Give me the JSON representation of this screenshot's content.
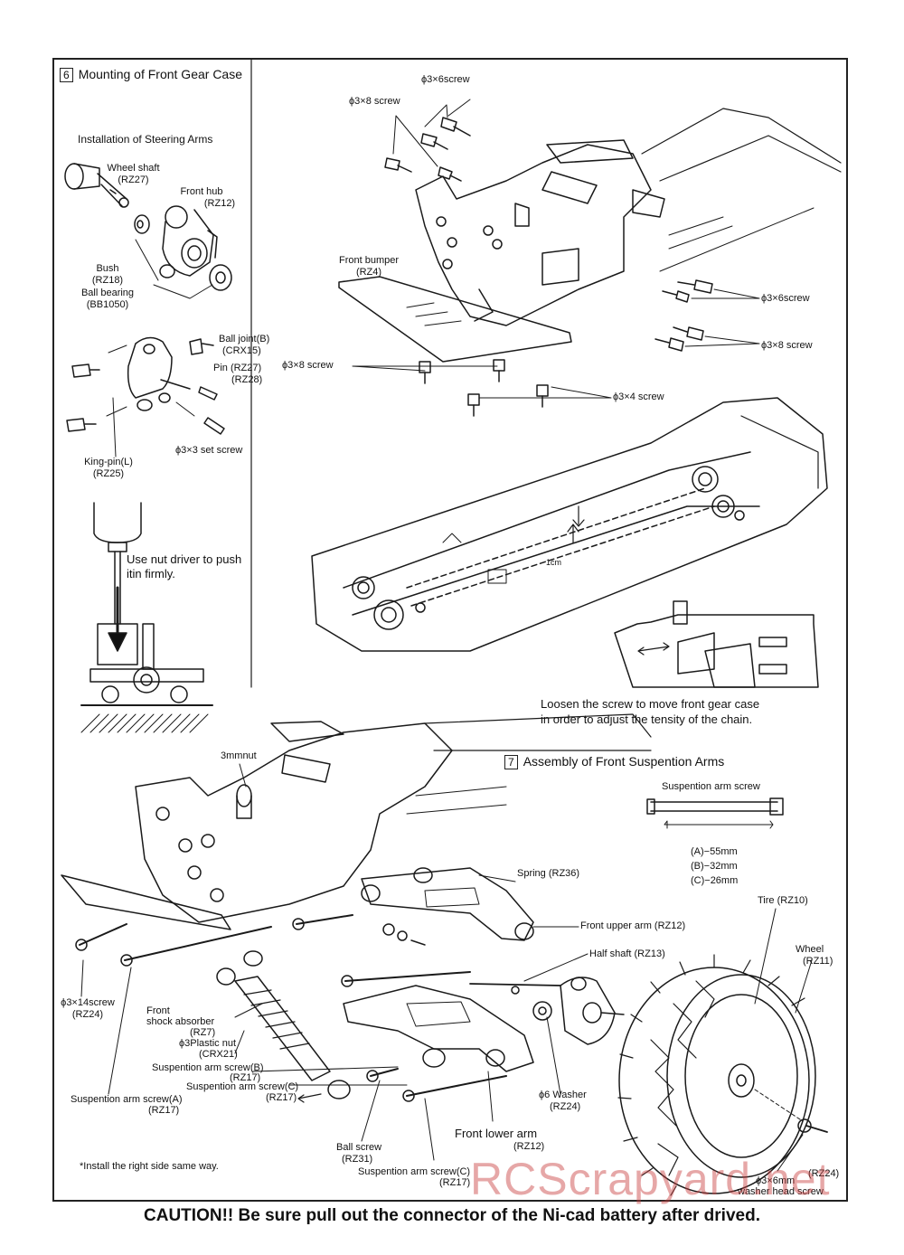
{
  "section6": {
    "number": "6",
    "title": "Mounting of Front Gear Case",
    "steering_title": "Installation of Steering Arms",
    "labels": {
      "wheel_shaft": "Wheel shaft",
      "wheel_shaft_code": "(RZ27)",
      "front_hub": "Front hub",
      "front_hub_code": "(RZ12)",
      "bush": "Bush",
      "bush_code": "(RZ18)",
      "ball_bearing": "Ball bearing",
      "ball_bearing_code": "(BB1050)",
      "ball_joint": "Ball joint(B)",
      "ball_joint_code": "(CRX15)",
      "pin": "Pin (RZ27)",
      "pin_code": "(RZ28)",
      "set_screw": "ϕ3×3 set screw",
      "king_pin": "King-pin(L)",
      "king_pin_code": "(RZ25)",
      "nut_driver_1": "Use nut driver to push",
      "nut_driver_2": "itin firmly.",
      "screw_3x6_top": "ϕ3×6screw",
      "screw_3x8_top": "ϕ3×8 screw",
      "front_bumper": "Front bumper",
      "front_bumper_code": "(RZ4)",
      "screw_3x6_right": "ϕ3×6screw",
      "screw_3x8_right": "ϕ3×8 screw",
      "screw_3x8_left": "ϕ3×8 screw",
      "screw_3x4": "ϕ3×4 screw",
      "one_cm": "1cm",
      "loosen_1": "Loosen the screw to move front gear case",
      "loosen_2": "in order to adjust the tensity of the chain."
    }
  },
  "section7": {
    "number": "7",
    "title": "Assembly of Front Suspention Arms",
    "labels": {
      "nut_3mm": "3mmnut",
      "susp_arm_screw": "Suspention arm screw",
      "len_a": "(A)−55mm",
      "len_b": "(B)−32mm",
      "len_c": "(C)−26mm",
      "spring": "Spring (RZ36)",
      "tire": "Tire (RZ10)",
      "wheel": "Wheel",
      "wheel_code": "(RZ11)",
      "front_upper_arm": "Front upper arm (RZ12)",
      "half_shaft": "Half shaft (RZ13)",
      "screw_3x14": "ϕ3×14screw",
      "screw_3x14_code": "(RZ24)",
      "shock": "Front",
      "shock_2": "shock absorber",
      "shock_code": "(RZ7)",
      "plastic_nut": "ϕ3Plastic nut",
      "plastic_nut_code": "(CRX21)",
      "screw_b": "Suspention arm screw(B)",
      "screw_b_code": "(RZ17)",
      "screw_c_mid": "Suspention arm screw(C)",
      "screw_c_mid_code": "(RZ17)",
      "screw_a": "Suspention arm screw(A)",
      "screw_a_code": "(RZ17)",
      "washer6": "ϕ6 Washer",
      "washer6_code": "(RZ24)",
      "front_lower_arm": "Front lower arm",
      "front_lower_arm_code": "(RZ12)",
      "ball_screw": "Ball screw",
      "ball_screw_code": "(RZ31)",
      "screw_c_bot": "Suspention arm screw(C)",
      "screw_c_bot_code": "(RZ17)",
      "washer_head": "ϕ3×6mm",
      "washer_head_code": "(RZ24)",
      "washer_head_2": "washer head screw",
      "install_note": "*Install the right side same way."
    }
  },
  "caution": "CAUTION!! Be sure pull out the connector of the Ni-cad battery after drived.",
  "watermark": "RCScrapyard.net"
}
